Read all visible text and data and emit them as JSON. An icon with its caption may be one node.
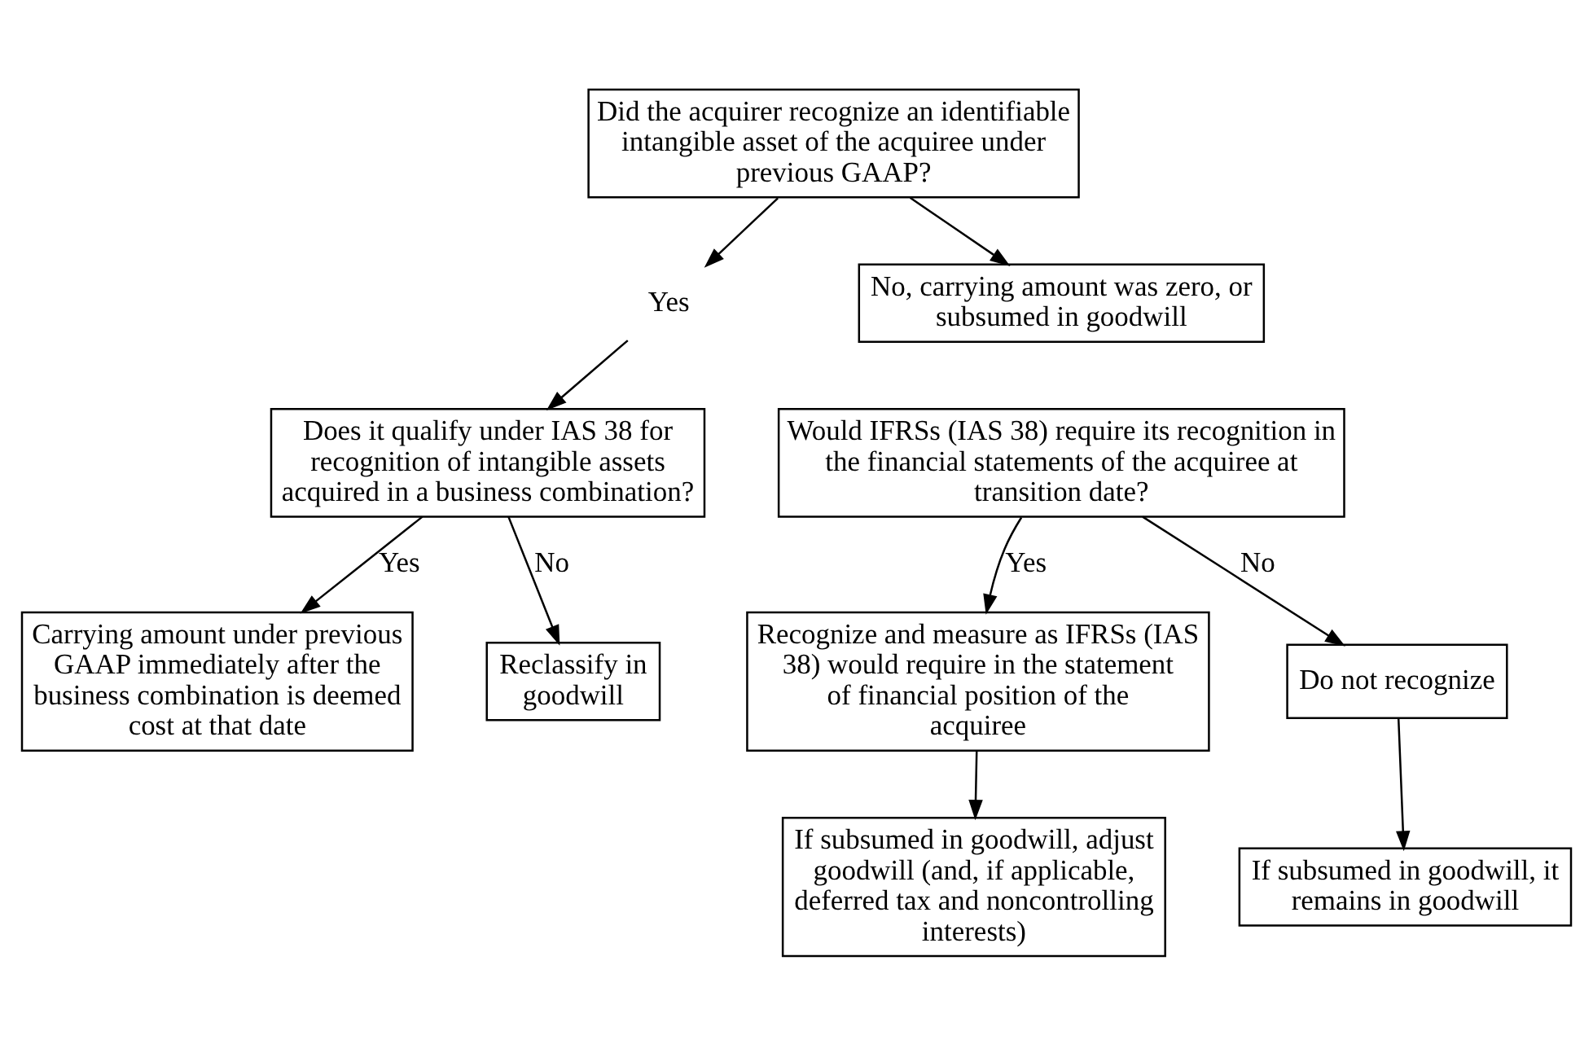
{
  "diagram": {
    "nodes": [
      {
        "text": [
          "Did the acquirer recognize an identifiable intangible asset of the acquiree under previous GAAP?"
        ]
      },
      {
        "text": [
          "Yes"
        ]
      },
      {
        "text": [
          "No, carrying amount was zero, or subsumed in goodwill"
        ]
      },
      {
        "text": [
          "Does it qualify under IAS 38 for recognition of intangible assets acquired in a business combination?"
        ]
      },
      {
        "text": [
          "Would IFRSs (IAS 38) require its recognition in the financial statements of the acquiree at transition date?"
        ]
      },
      {
        "text": [
          "Carrying amount under previous GAAP immediately after the business combination is deemed cost at that date"
        ]
      },
      {
        "text": [
          "Reclassify in goodwill"
        ]
      },
      {
        "text": [
          "Recognize and measure as IFRSs (IAS 38) would require in the statement of financial position of the acquiree"
        ]
      },
      {
        "text": [
          "Do not recognize"
        ]
      },
      {
        "text": [
          "If subsumed in goodwill, adjust goodwill (and, if applicable, deferred tax and noncontrolling interests)"
        ]
      },
      {
        "text": [
          "If subsumed in goodwill, it remains in goodwill"
        ]
      }
    ],
    "edges": [
      {
        "from": 0,
        "to": 1,
        "arrow": "to"
      },
      {
        "from": 0,
        "to": 2,
        "arrow": "to"
      },
      {
        "from": 1,
        "to": 3,
        "arrow": "to"
      },
      {
        "from": 3,
        "to": 5,
        "arrow": "to",
        "label": "Yes"
      },
      {
        "from": 3,
        "to": 6,
        "arrow": "to",
        "label": "No"
      },
      {
        "from": 4,
        "to": 7,
        "arrow": "to",
        "label": "Yes"
      },
      {
        "from": 4,
        "to": 8,
        "arrow": "to",
        "label": "No"
      },
      {
        "from": 7,
        "to": 9,
        "arrow": "to"
      },
      {
        "from": 8,
        "to": 10,
        "arrow": "to"
      }
    ]
  }
}
